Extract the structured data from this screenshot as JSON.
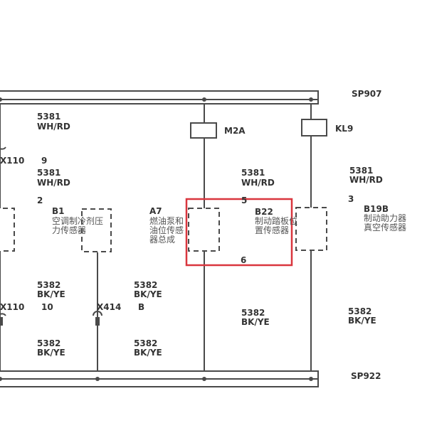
{
  "buses": {
    "top": "SP907",
    "bottom": "SP922"
  },
  "fuses": {
    "m2a": "M2A",
    "kl9": "KL9"
  },
  "connectors": {
    "x110_top": "X110",
    "x110_top_pin": "9",
    "x110_bottom": "X110",
    "x110_bottom_pin": "10",
    "x414": "X414",
    "x414_pin": "B"
  },
  "components": {
    "b1": {
      "code": "B1",
      "name_line1": "空调制冷剂压",
      "name_line2": "力传感器",
      "pin": "2"
    },
    "a7": {
      "code": "A7",
      "name_line1": "燃油泵和",
      "name_line2": "油位传感",
      "name_line3": "器总成"
    },
    "b22": {
      "code": "B22",
      "name_line1": "制动踏板位",
      "name_line2": "置传感器",
      "pin_top": "5",
      "pin_bottom": "6"
    },
    "b19b": {
      "code": "B19B",
      "name_line1": "制动助力器",
      "name_line2": "真空传感器",
      "pin": "3"
    }
  },
  "wires": {
    "w_top_left": {
      "id": "5381",
      "color": "WH/RD"
    },
    "w_mid_left": {
      "id": "5381",
      "color": "WH/RD"
    },
    "w_b22_top": {
      "id": "5381",
      "color": "WH/RD"
    },
    "w_b19b_top": {
      "id": "5381",
      "color": "WH/RD"
    },
    "w_left_low1": {
      "id": "5382",
      "color": "BK/YE"
    },
    "w_left_low2": {
      "id": "5382",
      "color": "BK/YE"
    },
    "w_x414_low1": {
      "id": "5382",
      "color": "BK/YE"
    },
    "w_x414_low2": {
      "id": "5382",
      "color": "BK/YE"
    },
    "w_b22_low": {
      "id": "5382",
      "color": "BK/YE"
    },
    "w_b19b_low": {
      "id": "5382",
      "color": "BK/YE"
    }
  },
  "highlight_color": "#d9363e"
}
